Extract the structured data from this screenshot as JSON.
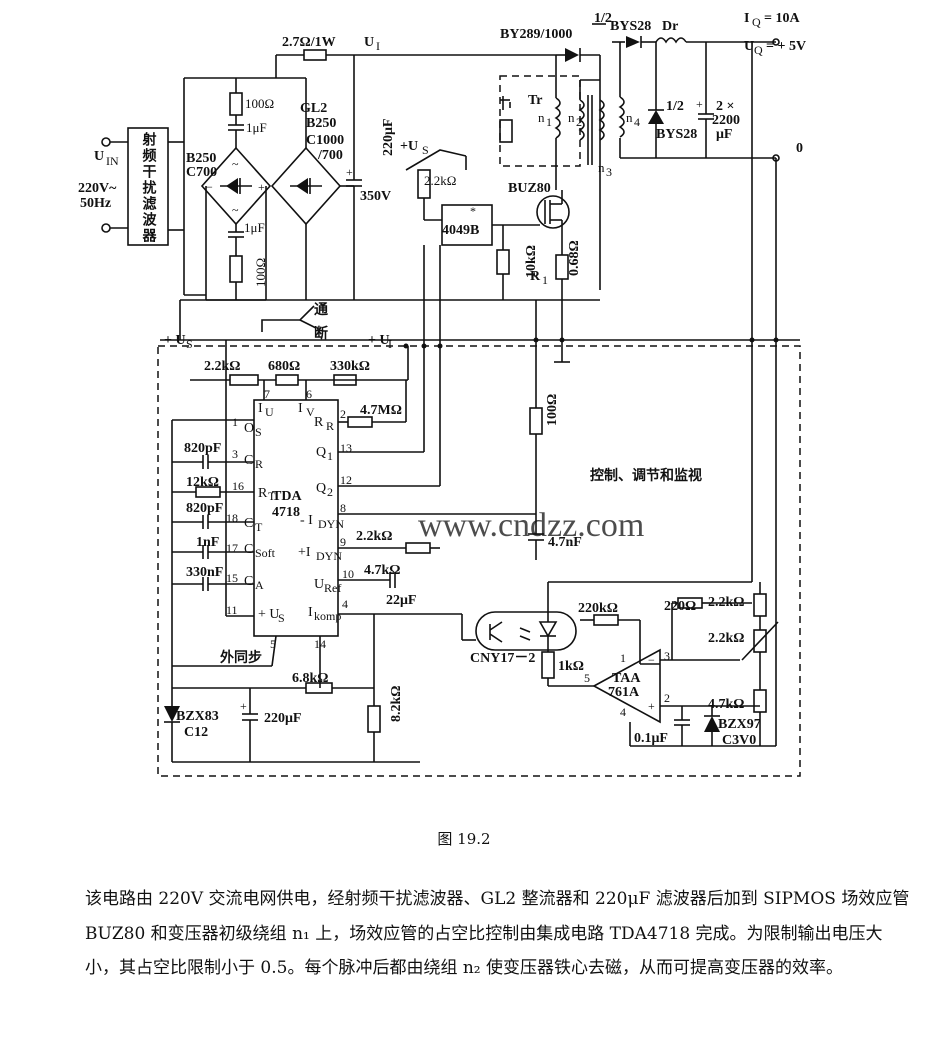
{
  "figure_caption": "图 19.2",
  "description": "该电路由 220V 交流电网供电，经射频干扰滤波器、GL2 整流器和 220μF 滤波器后加到 SIPMOS 场效应管 BUZ80 和变压器初级绕组 n₁ 上，场效应管的占空比控制由集成电路 TDA4718 完成。为限制输出电压大小，其占空比限制小于 0.5。每个脉冲后都由绕组 n₂ 使变压器铁心去磁，从而可提高变压器的效率。",
  "watermark": "www.cndzz.com",
  "schematic": {
    "input": {
      "uin": "U",
      "uin_sub": "IN",
      "voltage": "220V~",
      "freq": "50Hz"
    },
    "rfi_filter": "射频干扰滤波器",
    "bridge1": {
      "name": "B250",
      "rating": "C700",
      "r_top": "100Ω",
      "c_top": "1μF",
      "c_bot": "1μF",
      "r_bot": "100Ω"
    },
    "bridge2": {
      "name": "GL2",
      "type": "B250",
      "rating": "C1000",
      "rating2": "/700"
    },
    "cap_main": {
      "value": "220μF",
      "voltage": "350V"
    },
    "r_series": "2.7Ω/1W",
    "ui_label": "U",
    "ui_sub": "I",
    "diode_d1": "BY289/1000",
    "bys28_top": "BYS28",
    "half": "1/2",
    "dr": "Dr",
    "iq": "I",
    "iq_sub": "Q",
    "iq_val": "= 10A",
    "uq": "U",
    "uq_sub": "Q",
    "uq_val": "= + 5V",
    "zero": "0",
    "out_caps": "2 ×",
    "out_caps2": "2200",
    "out_caps3": "μF",
    "bys28_bot": "BYS28",
    "tr": "Tr",
    "n1": "n",
    "n2": "n",
    "n3": "n",
    "n4": "n",
    "us_top": "+U",
    "us_sub": "S",
    "r_2k2_gate": "2.2kΩ",
    "gate_ic": "4049B",
    "star": "*",
    "mosfet": "BUZ80",
    "r_10k": "10kΩ",
    "r1": "R",
    "r1_sub": "1",
    "r_068": "0.68Ω",
    "us_left": "+ U",
    "us_left_sub": "S",
    "switch_on": "通",
    "switch_off": "断",
    "ui_plus": "+ U",
    "r_2k2_a": "2.2kΩ",
    "r_680": "680Ω",
    "r_330k": "330kΩ",
    "r_4m7": "4.7MΩ",
    "ic_name": "TDA",
    "ic_num": "4718",
    "c_820": "820pF",
    "r_12k": "12kΩ",
    "c_820b": "820pF",
    "c_1n": "1nF",
    "c_330n": "330nF",
    "r_2k2_b": "2.2kΩ",
    "r_4k7_a": "4.7kΩ",
    "c_22u": "22μF",
    "r_100": "100Ω",
    "c_4n7": "4.7nF",
    "ctrl": "控制、调节和监视",
    "r_220k": "220kΩ",
    "r_220": "220Ω",
    "r_2k2_c": "2.2kΩ",
    "r_2k2_d": "2.2kΩ",
    "r_4k7_b": "4.7kΩ",
    "r_1k": "1kΩ",
    "opto": "CNY17－2",
    "opamp": "TAA",
    "opamp2": "761A",
    "c_01u": "0.1μF",
    "z2": "BZX97",
    "z2b": "C3V0",
    "ext_sync": "外同步",
    "r_6k8": "6.8kΩ",
    "r_8k2": "8.2kΩ",
    "z1": "BZX83",
    "z1b": "C12",
    "c_220u": "220μF",
    "pins": {
      "os": "O",
      "os_sub": "S",
      "cr": "C",
      "cr_sub": "R",
      "rt": "R",
      "rt_sub": "T",
      "ct": "C",
      "ct_sub": "T",
      "csoft": "C",
      "csoft_sub": "Soft",
      "ca": "C",
      "ca_sub": "A",
      "us": "+ U",
      "us_sub": "S",
      "iu": "I",
      "iu_sub": "U",
      "ivr": "I",
      "ivr_sub": "V",
      "rr": "R",
      "rr_sub": "R",
      "q1": "Q",
      "q1_sub": "1",
      "q2": "Q",
      "q2_sub": "2",
      "idyn_m": "- I",
      "idyn_m_sub": "DYN",
      "idyn_p": "+I",
      "idyn_p_sub": "DYN",
      "uref": "U",
      "uref_sub": "Ref",
      "ikomp": "I",
      "ikomp_sub": "komp",
      "p1": "1",
      "p3": "3",
      "p16": "16",
      "p18": "18",
      "p17": "17",
      "p15": "15",
      "p11": "11",
      "p7": "7",
      "p6": "6",
      "p2": "2",
      "p13": "13",
      "p12": "12",
      "p8": "8",
      "p9": "9",
      "p10": "10",
      "p4": "4",
      "p5": "5",
      "p14": "14",
      "oa1": "1",
      "oa2": "2",
      "oa3": "3",
      "oa4": "4",
      "oa5": "5",
      "oa_minus": "−",
      "oa_plus": "+"
    }
  }
}
